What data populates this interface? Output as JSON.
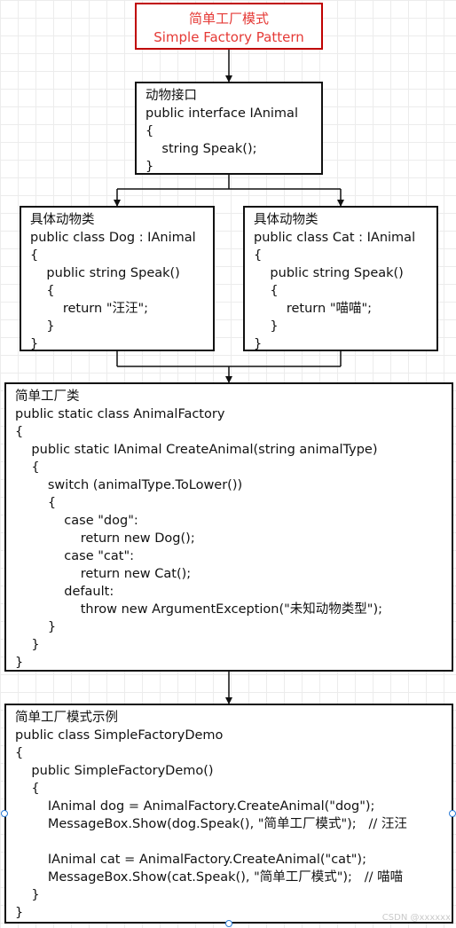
{
  "title": {
    "line1": "简单工厂模式",
    "line2": "Simple Factory Pattern",
    "color": "#e53935"
  },
  "interface_box": {
    "lines": [
      "动物接口",
      "public interface IAnimal",
      "{",
      "    string Speak();",
      "}"
    ]
  },
  "dog_box": {
    "lines": [
      "具体动物类",
      "public class Dog : IAnimal",
      "{",
      "    public string Speak()",
      "    {",
      "        return \"汪汪\";",
      "    }",
      "}"
    ]
  },
  "cat_box": {
    "lines": [
      "具体动物类",
      "public class Cat : IAnimal",
      "{",
      "    public string Speak()",
      "    {",
      "        return \"喵喵\";",
      "    }",
      "}"
    ]
  },
  "factory_box": {
    "lines": [
      "简单工厂类",
      "public static class AnimalFactory",
      "{",
      "    public static IAnimal CreateAnimal(string animalType)",
      "    {",
      "        switch (animalType.ToLower())",
      "        {",
      "            case \"dog\":",
      "                return new Dog();",
      "            case \"cat\":",
      "                return new Cat();",
      "            default:",
      "                throw new ArgumentException(\"未知动物类型\");",
      "        }",
      "    }",
      "}"
    ]
  },
  "demo_box": {
    "lines": [
      "简单工厂模式示例",
      "public class SimpleFactoryDemo",
      "{",
      "    public SimpleFactoryDemo()",
      "    {",
      "        IAnimal dog = AnimalFactory.CreateAnimal(\"dog\");",
      "        MessageBox.Show(dog.Speak(), \"简单工厂模式\");   // 汪汪",
      "",
      "        IAnimal cat = AnimalFactory.CreateAnimal(\"cat\");",
      "        MessageBox.Show(cat.Speak(), \"简单工厂模式\");   // 喵喵",
      "    }",
      "}"
    ]
  },
  "watermark": "CSDN @xxxxxx"
}
